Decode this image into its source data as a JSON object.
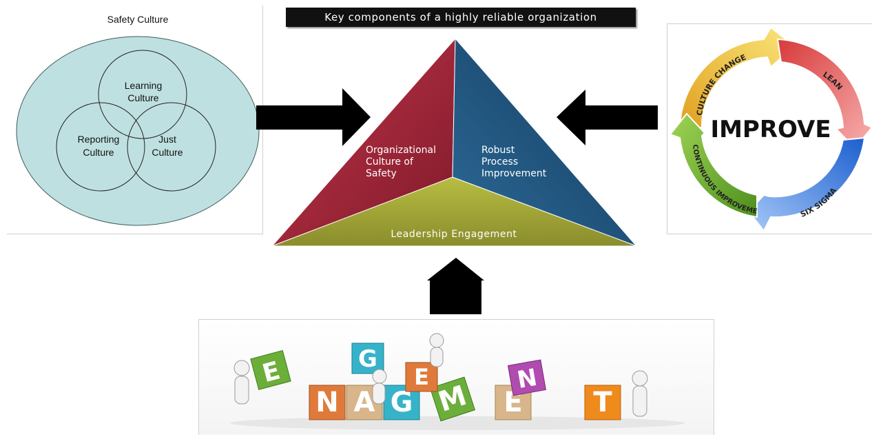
{
  "banner": {
    "title": "Key components of a highly reliable organization"
  },
  "safety_culture": {
    "title": "Safety Culture",
    "learning": [
      "Learning",
      "Culture"
    ],
    "reporting": [
      "Reporting",
      "Culture"
    ],
    "just": [
      "Just",
      "Culture"
    ]
  },
  "triangle": {
    "left_face": [
      "Organizational",
      "Culture of",
      "Safety"
    ],
    "right_face": [
      "Robust",
      "Process",
      "Improvement"
    ],
    "bottom_face": "Leadership Engagement",
    "colors": {
      "left": "#a3243b",
      "right": "#1d4f7a",
      "bottom": "#a1a53a"
    }
  },
  "improve": {
    "center": "IMPROVE",
    "segments": [
      "CULTURE CHANGE",
      "LEAN",
      "SIX SIGMA",
      "CONTINUOUS IMPROVEMENT"
    ],
    "colors": {
      "culture_change": "#f2c94c",
      "lean": "#e04b4b",
      "six_sigma": "#3d7fe0",
      "continuous": "#7cc043"
    }
  },
  "engagement": {
    "blocks": [
      "N",
      "A",
      "G",
      "M",
      "E",
      "T",
      "E",
      "G",
      "E",
      "N"
    ]
  }
}
